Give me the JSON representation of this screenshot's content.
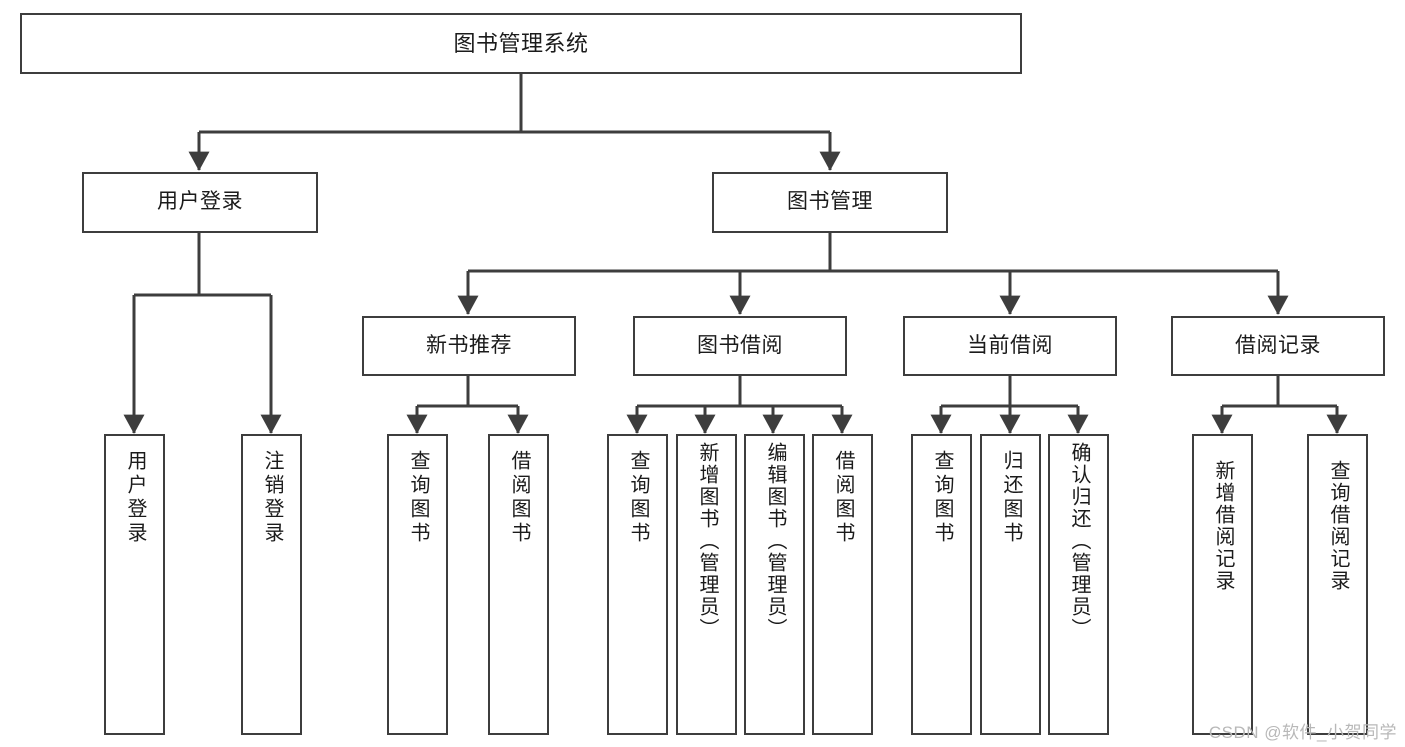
{
  "diagram": {
    "title": "图书管理系统",
    "type": "tree",
    "orientation": "top-down",
    "line_color": "#3d3d3d",
    "box_fill": "#ffffff",
    "text_color": "#1b1b1b",
    "nodes": {
      "root": {
        "label": "图书管理系统"
      },
      "level2": [
        {
          "id": "user-login",
          "label": "用户登录"
        },
        {
          "id": "book-manage",
          "label": "图书管理"
        }
      ],
      "level3": [
        {
          "id": "new-book-rec",
          "label": "新书推荐",
          "parent": "book-manage"
        },
        {
          "id": "book-borrow",
          "label": "图书借阅",
          "parent": "book-manage"
        },
        {
          "id": "current-borrow",
          "label": "当前借阅",
          "parent": "book-manage"
        },
        {
          "id": "borrow-record",
          "label": "借阅记录",
          "parent": "book-manage"
        }
      ],
      "leaves": {
        "user_login": [
          {
            "id": "leaf-user-login",
            "label": "用户登录"
          },
          {
            "id": "leaf-user-logout",
            "label": "注销登录"
          }
        ],
        "new_book_rec": [
          {
            "id": "leaf-query-book-1",
            "label": "查询图书"
          },
          {
            "id": "leaf-borrow-book-1",
            "label": "借阅图书"
          }
        ],
        "book_borrow": [
          {
            "id": "leaf-query-book-2",
            "label": "查询图书"
          },
          {
            "id": "leaf-add-book",
            "label": "新增图书（管理员）"
          },
          {
            "id": "leaf-edit-book",
            "label": "编辑图书（管理员）"
          },
          {
            "id": "leaf-borrow-book-2",
            "label": "借阅图书"
          }
        ],
        "current_borrow": [
          {
            "id": "leaf-query-book-3",
            "label": "查询图书"
          },
          {
            "id": "leaf-return-book",
            "label": "归还图书"
          },
          {
            "id": "leaf-confirm-return",
            "label": "确认归还（管理员）"
          }
        ],
        "borrow_record": [
          {
            "id": "leaf-add-record",
            "label": "新增借阅记录"
          },
          {
            "id": "leaf-query-record",
            "label": "查询借阅记录"
          }
        ]
      }
    }
  },
  "watermark": {
    "text": "CSDN @软件_小贺同学"
  }
}
